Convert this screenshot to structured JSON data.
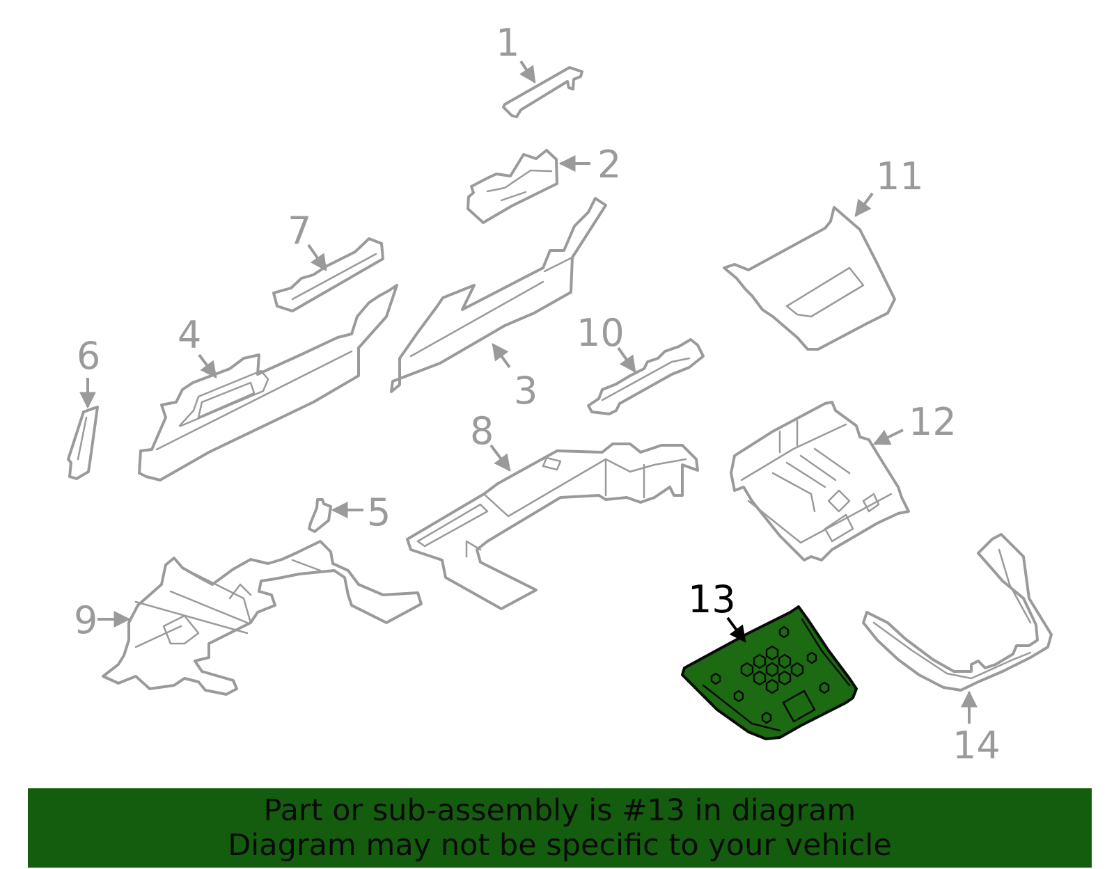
{
  "diagram": {
    "callouts": [
      "1",
      "2",
      "3",
      "4",
      "5",
      "6",
      "7",
      "8",
      "9",
      "10",
      "11",
      "12",
      "13",
      "14"
    ],
    "highlighted_callout": "13",
    "colors": {
      "part_stroke": "#9a9a9a",
      "highlight_fill": "#1c6a12",
      "banner_bg": "#145d0e"
    }
  },
  "banner": {
    "line1": "Part or sub-assembly is #13 in diagram",
    "line2": "Diagram may not be specific to your vehicle"
  }
}
